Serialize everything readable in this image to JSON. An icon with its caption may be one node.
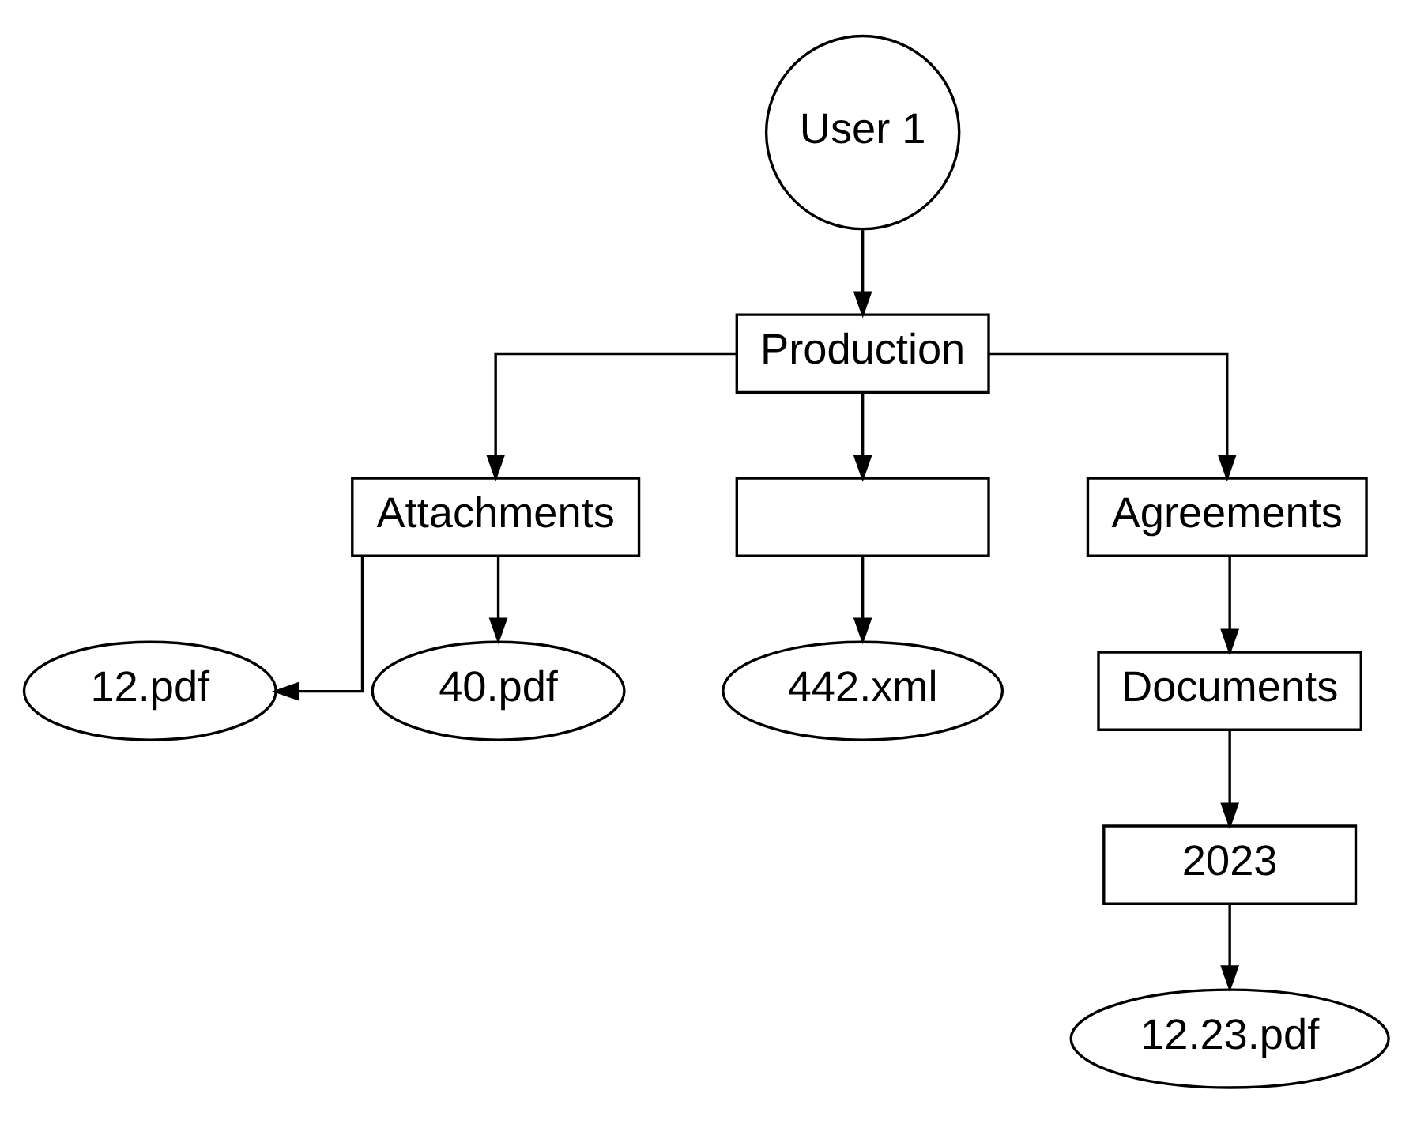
{
  "diagram": {
    "nodes": [
      {
        "text": [
          "User 1"
        ]
      },
      {
        "text": [
          "Production"
        ]
      },
      {
        "text": [
          "Attachments"
        ]
      },
      {
        "text": [],
        "shape": "box"
      },
      {
        "text": [
          "Agreements"
        ]
      },
      {
        "text": [
          "12.pdf"
        ]
      },
      {
        "text": [
          "40.pdf"
        ]
      },
      {
        "text": [
          "442.xml"
        ]
      },
      {
        "text": [
          "Documents"
        ]
      },
      {
        "text": [
          "2023"
        ]
      },
      {
        "text": [
          "12.23.pdf"
        ]
      }
    ],
    "edges": [
      {
        "from": 0,
        "to": 1,
        "arrow": "to"
      },
      {
        "from": 1,
        "to": 2,
        "arrow": "to"
      },
      {
        "from": 1,
        "to": 3,
        "arrow": "to"
      },
      {
        "from": 1,
        "to": 4,
        "arrow": "to"
      },
      {
        "from": 2,
        "to": 5,
        "arrow": "to"
      },
      {
        "from": 2,
        "to": 6,
        "arrow": "to"
      },
      {
        "from": 3,
        "to": 7,
        "arrow": "to"
      },
      {
        "from": 4,
        "to": 8,
        "arrow": "to"
      },
      {
        "from": 8,
        "to": 9,
        "arrow": "to"
      },
      {
        "from": 9,
        "to": 10,
        "arrow": "to"
      }
    ]
  }
}
